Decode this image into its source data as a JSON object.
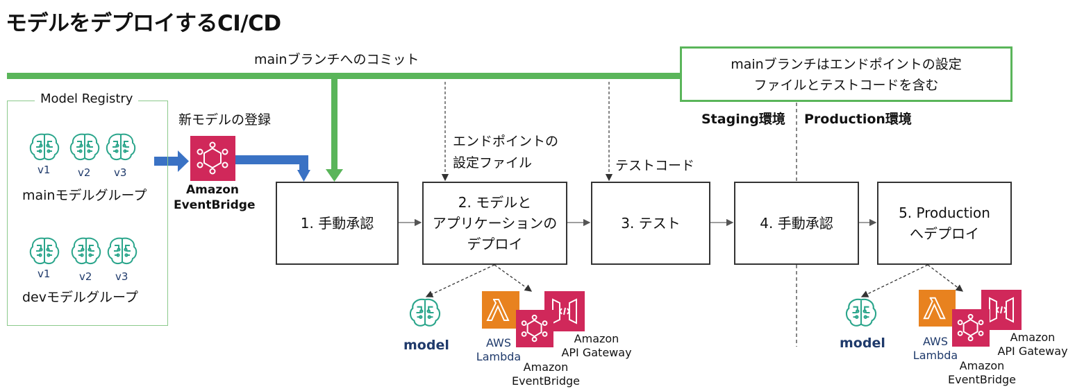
{
  "title": "モデルをデプロイするCI/CD",
  "commit_label": "mainブランチへのコミット",
  "note_box": {
    "line1": "mainブランチはエンドポイントの設定",
    "line2": "ファイルとテストコードを含む"
  },
  "registry": {
    "title": "Model Registry",
    "main_group": "mainモデルグループ",
    "dev_group": "devモデルグループ",
    "versions": [
      "v1",
      "v2",
      "v3"
    ]
  },
  "new_model_label": "新モデルの登録",
  "eventbridge": {
    "line1": "Amazon",
    "line2": "EventBridge"
  },
  "endpoint_config": {
    "line1": "エンドポイントの",
    "line2": "設定ファイル"
  },
  "test_code": "テストコード",
  "env": {
    "staging": "Staging環境",
    "production": "Production環境"
  },
  "steps": [
    {
      "line1": "1. 手動承認",
      "line2": "",
      "line3": ""
    },
    {
      "line1": "2. モデルと",
      "line2": "アプリケーションの",
      "line3": "デプロイ"
    },
    {
      "line1": "3. テスト",
      "line2": "",
      "line3": ""
    },
    {
      "line1": "4. 手動承認",
      "line2": "",
      "line3": ""
    },
    {
      "line1": "5. Production",
      "line2": "へデプロイ",
      "line3": ""
    }
  ],
  "deploy_group": {
    "model": "model",
    "lambda": {
      "line1": "AWS",
      "line2": "Lambda"
    },
    "apigw": {
      "line1": "Amazon",
      "line2": "API Gateway"
    },
    "eventbridge": {
      "line1": "Amazon",
      "line2": "EventBridge"
    }
  },
  "colors": {
    "green": "#5ab55a",
    "blue": "#3a72c4",
    "teal": "#2aa58b",
    "orange": "#e8821f",
    "pink": "#d0285a",
    "navy": "#1f3a6b"
  }
}
